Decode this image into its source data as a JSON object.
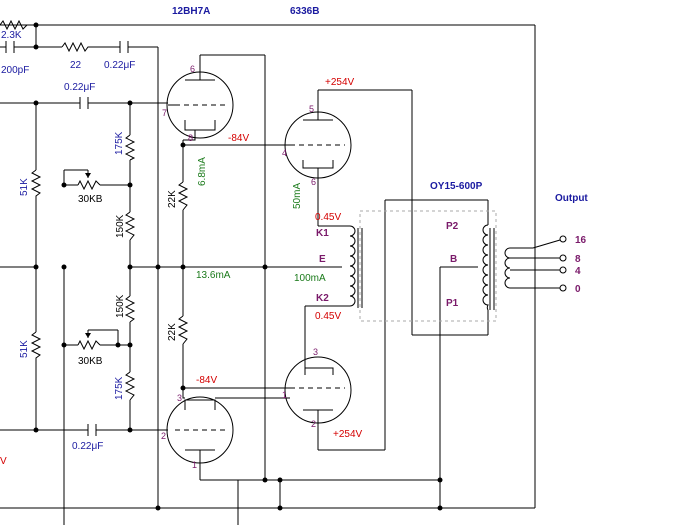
{
  "title_left": "12BH7A",
  "title_right": "6336B",
  "output_label": "Output",
  "transformer": {
    "model": "OY15-600P",
    "p2": "P2",
    "b": "B",
    "p1": "P1",
    "k1": "K1",
    "e": "E",
    "k2": "K2"
  },
  "taps": [
    "16",
    "8",
    "4",
    "0"
  ],
  "components": {
    "r_2k3": "2.3K",
    "c_200p": "200pF",
    "r_22": "22",
    "c_022_top": "0.22μF",
    "c_022_mid": "0.22μF",
    "c_022_bot": "0.22μF",
    "r_175k_top": "175K",
    "r_175k_bot": "175K",
    "r_51k_top": "51K",
    "r_51k_bot": "51K",
    "vr_30kb_top": "30KB",
    "vr_30kb_bot": "30KB",
    "r_150k_top": "150K",
    "r_150k_bot": "150K",
    "r_22k_top": "22K",
    "r_22k_bot": "22K"
  },
  "voltages": {
    "v_254_top": "+254V",
    "v_254_bot": "+254V",
    "v_m84_top": "-84V",
    "v_m84_bot": "-84V",
    "v_045_top": "0.45V",
    "v_045_bot": "0.45V"
  },
  "currents": {
    "i_68": "6.8mA",
    "i_50": "50mA",
    "i_136": "13.6mA",
    "i_100": "100mA"
  },
  "pins": {
    "t1_6": "6",
    "t1_7": "7",
    "t1_8": "8",
    "t2_5": "5",
    "t2_4": "4",
    "t2_6": "6",
    "t3_3": "3",
    "t3_2": "2",
    "t3_1": "1",
    "t4_3": "3",
    "t4_1": "1",
    "t4_2": "2"
  },
  "edge_v": "V"
}
